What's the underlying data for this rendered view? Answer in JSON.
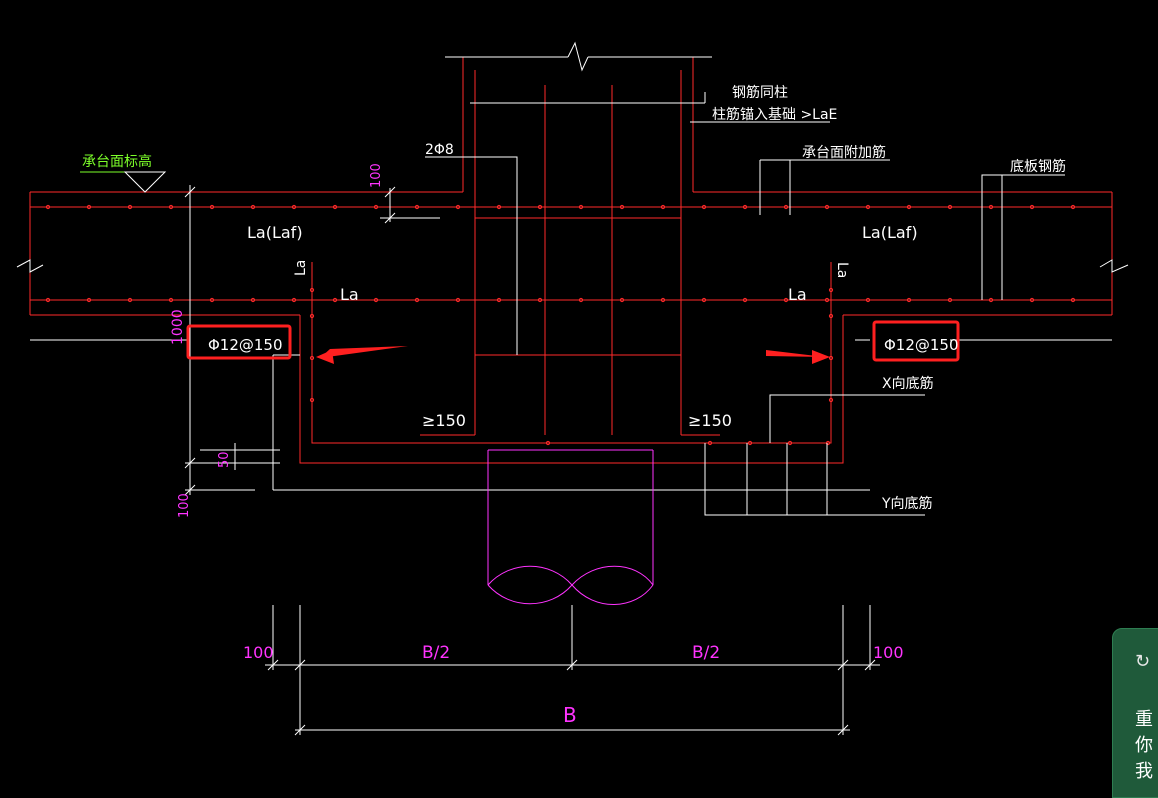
{
  "labels": {
    "cap_top_elev": "承台面标高",
    "rebar_same_column": "钢筋同柱",
    "column_anchor": "柱筋锚入基础 >LaE",
    "two_phi8": "2Φ8",
    "cap_top_extra": "承台面附加筋",
    "slab_rebar": "底板钢筋",
    "dim_100_top": "100",
    "la_laf_left": "La(Laf)",
    "la_laf_right": "La(Laf)",
    "la_vertical_left": "La",
    "la_vertical_right": "La",
    "la_left": "La",
    "la_right": "La",
    "dim_1000": "1000",
    "rebar_left": "Φ12@150",
    "rebar_right": "Φ12@150",
    "x_bottom": "X向底筋",
    "y_bottom": "Y向底筋",
    "ge150_left": "≥150",
    "ge150_right": "≥150",
    "dim_50": "50",
    "dim_100_left": "100",
    "dim_100_bl": "100",
    "dim_b2_left": "B/2",
    "dim_b2_right": "B/2",
    "dim_100_br": "100",
    "dim_b": "B"
  },
  "side_panel": {
    "icon": "refresh-icon",
    "lines": [
      "重",
      "你",
      "我"
    ]
  },
  "colors": {
    "background": "#000000",
    "red": "#ff2a2a",
    "white": "#ffffff",
    "magenta": "#ff33ff",
    "highlight": "#ff2020",
    "green_label": "#7dff2a"
  }
}
